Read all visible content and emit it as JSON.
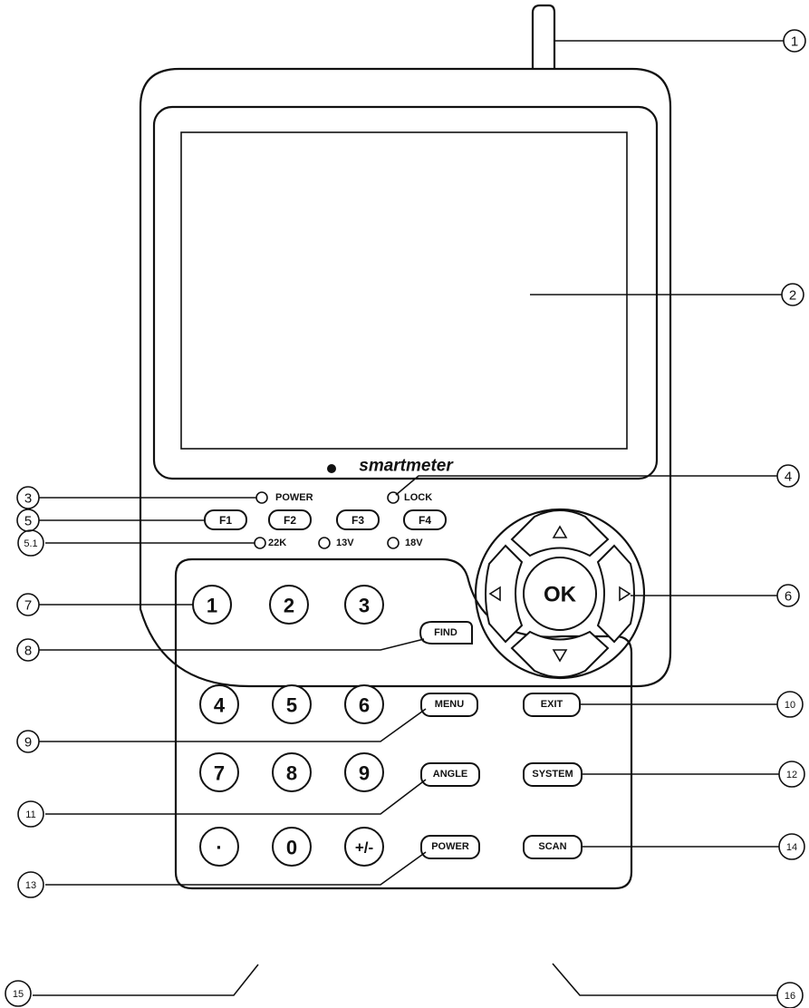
{
  "brand": {
    "logo_text": "smartmeter"
  },
  "indicators": {
    "power_label": "POWER",
    "lock_label": "LOCK",
    "lnb_22k_label": "22K",
    "lnb_13v_label": "13V",
    "lnb_18v_label": "18V"
  },
  "function_keys": [
    "F1",
    "F2",
    "F3",
    "F4"
  ],
  "nav": {
    "ok_label": "OK"
  },
  "numpad": [
    "1",
    "2",
    "3",
    "4",
    "5",
    "6",
    "7",
    "8",
    "9",
    "·",
    "0",
    "+/-"
  ],
  "side_keys": {
    "find": "FIND",
    "menu": "MENU",
    "exit": "EXIT",
    "angle": "ANGLE",
    "system": "SYSTEM",
    "power": "POWER",
    "scan": "SCAN"
  },
  "callouts": [
    "1",
    "2",
    "3",
    "4",
    "5",
    "5.1",
    "6",
    "7",
    "8",
    "9",
    "10",
    "11",
    "12",
    "13",
    "14",
    "15",
    "16"
  ]
}
